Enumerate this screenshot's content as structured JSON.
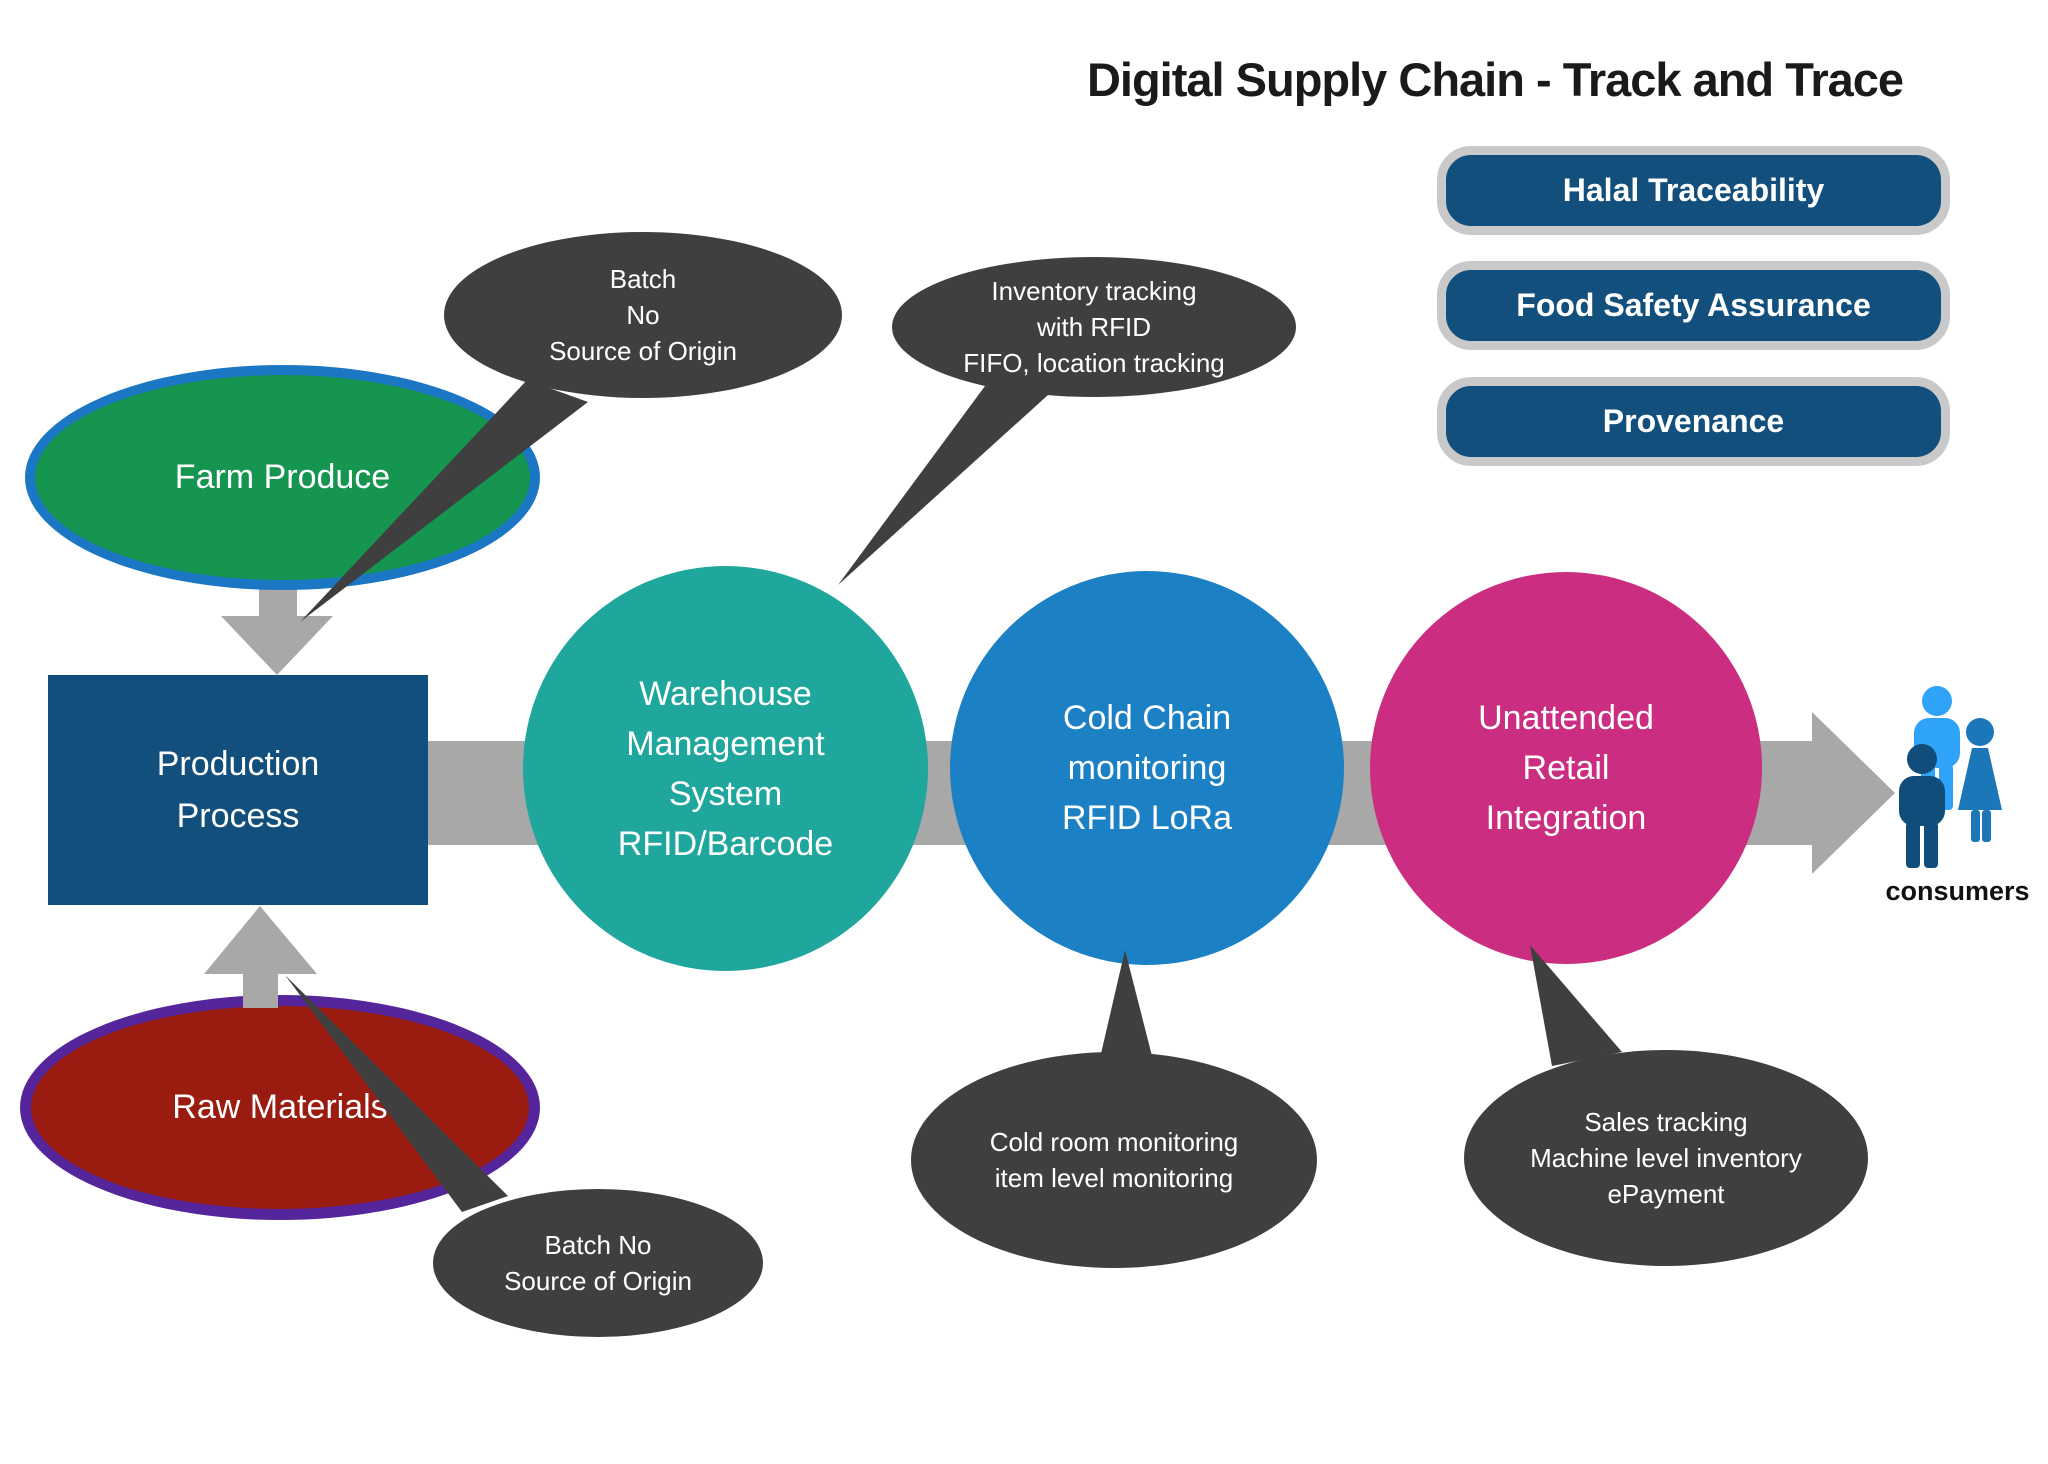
{
  "title": "Digital Supply Chain - Track and Trace",
  "badges": [
    {
      "label": "Halal Traceability"
    },
    {
      "label": "Food Safety Assurance"
    },
    {
      "label": "Provenance"
    }
  ],
  "nodes": {
    "farm_produce": {
      "label": "Farm Produce",
      "fill": "#15954f",
      "border": "#1b77c4"
    },
    "raw_materials": {
      "label": "Raw Materials",
      "fill": "#9a1b10",
      "border": "#55259c"
    },
    "production": {
      "lines": [
        "Production",
        "Process"
      ],
      "fill": "#124f7c"
    }
  },
  "stages": [
    {
      "lines": [
        "Warehouse",
        "Management",
        "System",
        "RFID/Barcode"
      ],
      "fill": "#1fa69d"
    },
    {
      "lines": [
        "Cold Chain",
        "monitoring",
        "RFID LoRa"
      ],
      "fill": "#1b80c4"
    },
    {
      "lines": [
        "Unattended",
        "Retail",
        "Integration"
      ],
      "fill": "#cb2d80"
    }
  ],
  "callouts": [
    {
      "target": "farm-produce",
      "lines": [
        "Batch",
        "No",
        "Source of Origin"
      ]
    },
    {
      "target": "warehouse-management",
      "lines": [
        "Inventory tracking",
        "with RFID",
        "FIFO, location tracking"
      ]
    },
    {
      "target": "raw-materials",
      "lines": [
        "Batch No",
        "Source of Origin"
      ]
    },
    {
      "target": "cold-chain",
      "lines": [
        "Cold room monitoring",
        "item level monitoring"
      ]
    },
    {
      "target": "unattended-retail",
      "lines": [
        "Sales tracking",
        "Machine level inventory",
        "ePayment"
      ]
    }
  ],
  "consumers": {
    "label": "consumers"
  },
  "colors": {
    "badge_fill": "#124f7c",
    "badge_ring": "#c9c9c9",
    "arrow_gray": "#a8a8a8",
    "callout_gray": "#3f3f3f",
    "consumer_back_man": "#2fa3f7",
    "consumer_front_man": "#114d7a",
    "consumer_woman": "#1b77b8",
    "title_color": "#1a1a1a"
  },
  "icons": [
    "male-consumer-icon",
    "female-consumer-icon",
    "flow-arrow-icon",
    "callout-tail-icon"
  ]
}
